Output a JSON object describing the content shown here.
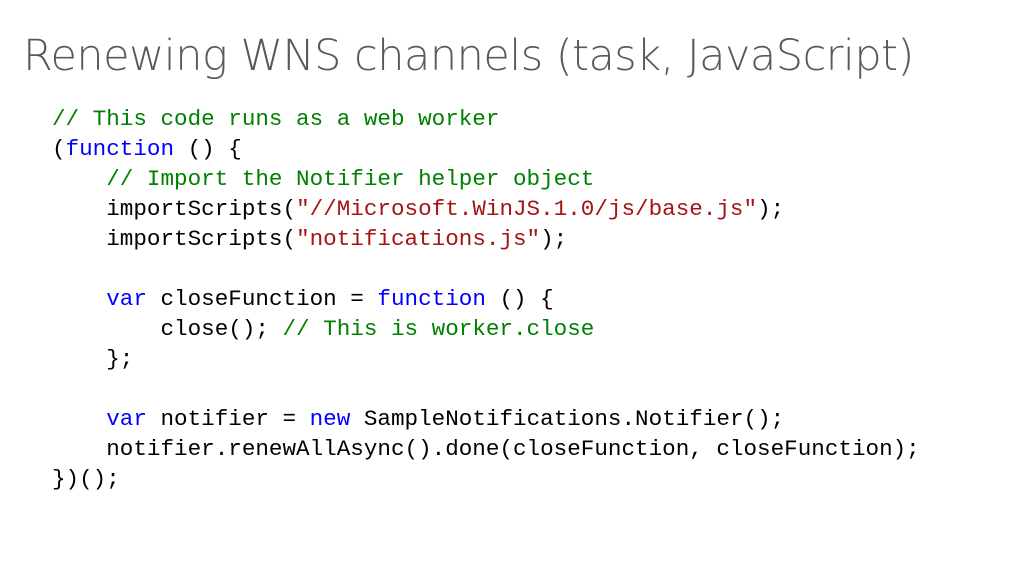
{
  "slide": {
    "title": "Renewing WNS channels (task, JavaScript)"
  },
  "colors": {
    "comment": "#008000",
    "keyword": "#0000ff",
    "string": "#a31515",
    "plain": "#000000",
    "title": "#595959"
  },
  "code": {
    "lines": [
      [
        {
          "t": "// This code runs as a web worker",
          "k": "comment"
        }
      ],
      [
        {
          "t": "(",
          "k": "plain"
        },
        {
          "t": "function",
          "k": "keyword"
        },
        {
          "t": " () {",
          "k": "plain"
        }
      ],
      [
        {
          "t": "    ",
          "k": "plain"
        },
        {
          "t": "// Import the Notifier helper object",
          "k": "comment"
        }
      ],
      [
        {
          "t": "    importScripts(",
          "k": "plain"
        },
        {
          "t": "\"//Microsoft.WinJS.1.0/js/base.js\"",
          "k": "string"
        },
        {
          "t": ");",
          "k": "plain"
        }
      ],
      [
        {
          "t": "    importScripts(",
          "k": "plain"
        },
        {
          "t": "\"notifications.js\"",
          "k": "string"
        },
        {
          "t": ");",
          "k": "plain"
        }
      ],
      [],
      [
        {
          "t": "    ",
          "k": "plain"
        },
        {
          "t": "var",
          "k": "keyword"
        },
        {
          "t": " closeFunction = ",
          "k": "plain"
        },
        {
          "t": "function",
          "k": "keyword"
        },
        {
          "t": " () {",
          "k": "plain"
        }
      ],
      [
        {
          "t": "        close(); ",
          "k": "plain"
        },
        {
          "t": "// This is worker.close",
          "k": "comment"
        }
      ],
      [
        {
          "t": "    };",
          "k": "plain"
        }
      ],
      [],
      [
        {
          "t": "    ",
          "k": "plain"
        },
        {
          "t": "var",
          "k": "keyword"
        },
        {
          "t": " notifier = ",
          "k": "plain"
        },
        {
          "t": "new",
          "k": "keyword"
        },
        {
          "t": " SampleNotifications.Notifier();",
          "k": "plain"
        }
      ],
      [
        {
          "t": "    notifier.renewAllAsync().done(closeFunction, closeFunction);",
          "k": "plain"
        }
      ],
      [
        {
          "t": "})();",
          "k": "plain"
        }
      ]
    ]
  }
}
